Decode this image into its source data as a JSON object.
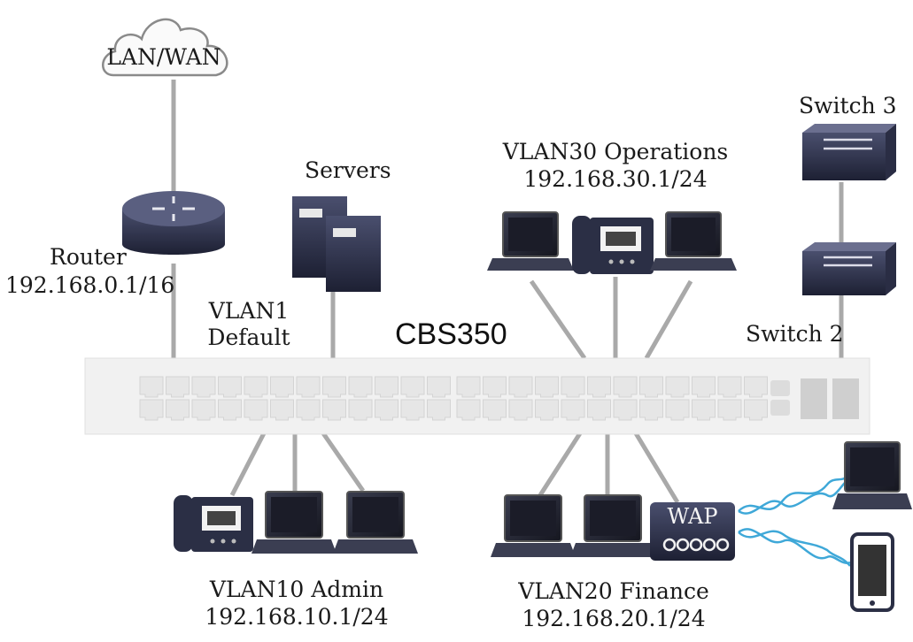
{
  "cloud": {
    "label": "LAN/WAN"
  },
  "router": {
    "name": "Router",
    "ip": "192.168.0.1/16"
  },
  "servers": {
    "label": "Servers"
  },
  "vlan1": {
    "line1": "VLAN1",
    "line2": "Default"
  },
  "main_switch": {
    "label": "CBS350"
  },
  "vlan30": {
    "name": "VLAN30 Operations",
    "subnet": "192.168.30.1/24"
  },
  "switch3": {
    "label": "Switch 3"
  },
  "switch2": {
    "label": "Switch 2"
  },
  "vlan10": {
    "name": "VLAN10 Admin",
    "subnet": "192.168.10.1/24"
  },
  "vlan20": {
    "name": "VLAN20 Finance",
    "subnet": "192.168.20.1/24"
  },
  "wap": {
    "label": "WAP"
  },
  "colors": {
    "link": "#a9a9a9",
    "device": "#2b2f45",
    "switch_body": "#f2f2f2",
    "wireless": "#3fa8d8"
  }
}
